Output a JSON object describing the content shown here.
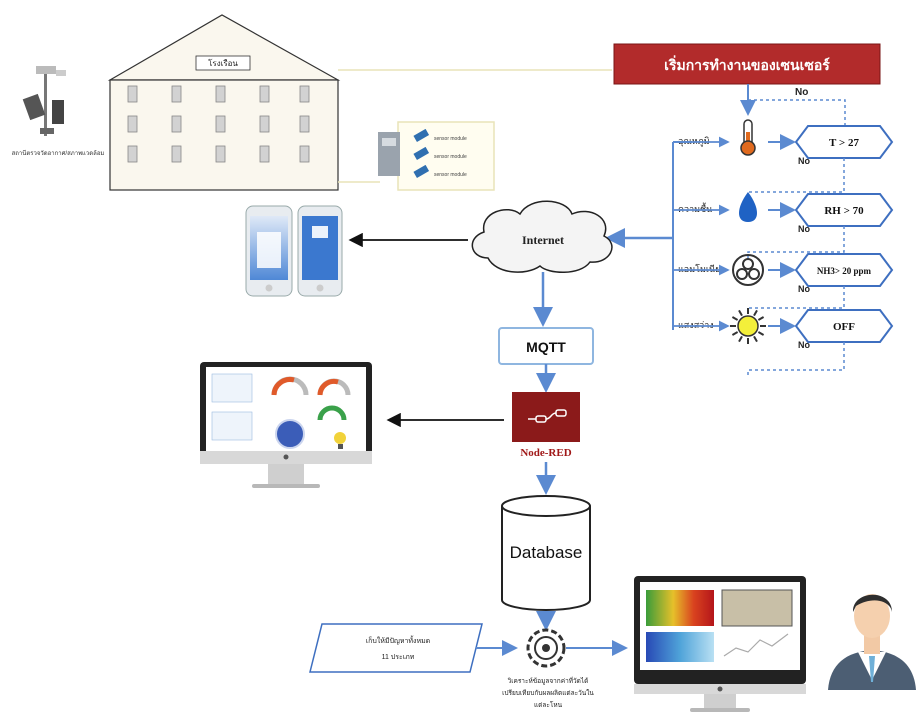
{
  "header": {
    "start_sensor_label": "เริ่มการทำงานของเซนเซอร์",
    "colors": {
      "header_bg": "#b22b2b",
      "flow_arrow": "#5b8ad1",
      "noderred_bg": "#8b1a1a"
    }
  },
  "greenhouse": {
    "title": "โรงเรือน"
  },
  "weather_station": {
    "caption": "สถานีตรวจวัดอากาศ/สภาพแวดล้อม"
  },
  "sensor_box": {
    "labels": [
      "sensor module",
      "sensor module",
      "sensor module"
    ]
  },
  "sensors": [
    {
      "name": "อุณหภูมิ",
      "condition": "T > 27",
      "no_label": "No",
      "icon": "thermometer-icon"
    },
    {
      "name": "ความชื้น",
      "condition": "RH > 70",
      "no_label": "No",
      "icon": "water-drop-icon"
    },
    {
      "name": "แอมโมเนีย",
      "condition": "NH3> 20 ppm",
      "no_label": "No",
      "icon": "biohazard-icon"
    },
    {
      "name": "แสงสว่าง",
      "condition": "OFF",
      "no_label": "No",
      "icon": "sun-icon"
    }
  ],
  "top_no_label": "No",
  "internet": {
    "label": "Internet"
  },
  "mqtt": {
    "label": "MQTT"
  },
  "nodered": {
    "label": "Node-RED"
  },
  "database": {
    "label": "Database"
  },
  "input_note": {
    "line1": "เก็บให้มีปัญหาทั้งหมด",
    "line2": "11 ประเภท"
  },
  "process_caption": {
    "line1": "วิเคราะห์ข้อมูลจากค่าที่วัดได้",
    "line2": "เปรียบเทียบกับผลผลิตแต่ละวันใน",
    "line3": "แต่ละโหน"
  }
}
